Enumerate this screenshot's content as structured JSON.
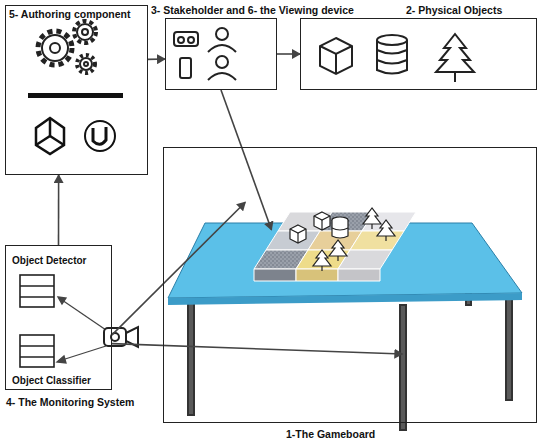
{
  "diagram": {
    "nodes": [
      {
        "text": [
          "5- Authoring component"
        ]
      },
      {
        "text": [
          "3- Stakeholder and 6- the Viewing device"
        ]
      },
      {
        "text": [
          "2- Physical Objects"
        ]
      },
      {
        "text": [
          "Object Detector",
          "Object Classifier",
          "4- The Monitoring System"
        ]
      },
      {
        "text": [
          "1-The Gameboard"
        ]
      }
    ],
    "edges": [
      {
        "from": 3,
        "to": 0,
        "arrow": "to"
      },
      {
        "from": 0,
        "to": 1,
        "arrow": "to"
      },
      {
        "from": 1,
        "to": 2,
        "arrow": "to"
      },
      {
        "from": 1,
        "to": 4,
        "arrow": "to"
      },
      {
        "from": 3,
        "to": 4,
        "arrow": "to"
      },
      {
        "from": 3,
        "to": 4,
        "arrow": "to"
      }
    ]
  }
}
